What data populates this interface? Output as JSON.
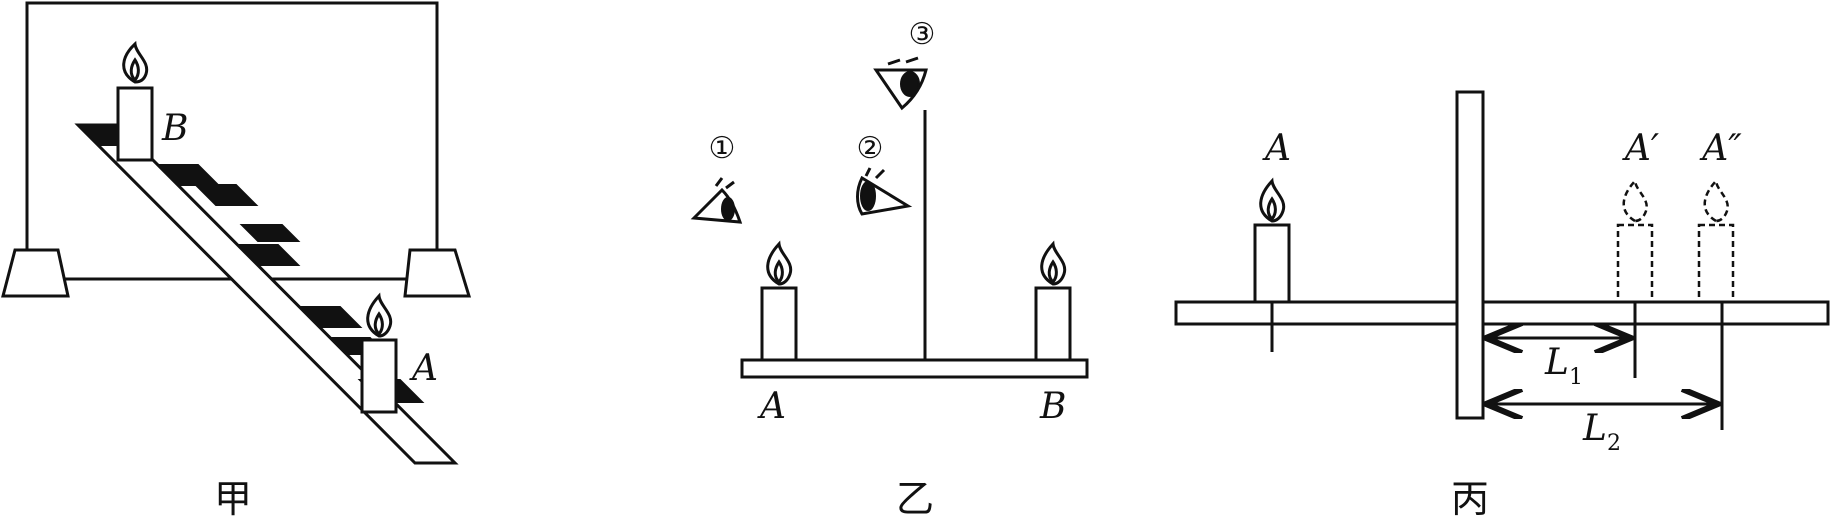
{
  "panel_jia": {
    "caption": "甲",
    "candle_b_label": "B",
    "candle_a_label": "A"
  },
  "panel_yi": {
    "caption": "乙",
    "eye1_label": "①",
    "eye2_label": "②",
    "eye3_label": "③",
    "candle_a_label": "A",
    "candle_b_label": "B"
  },
  "panel_bing": {
    "caption": "丙",
    "candle_a_label": "A",
    "image1_label": "A′",
    "image2_label": "A″",
    "distance1_label": "L",
    "distance1_sub": "1",
    "distance2_label": "L",
    "distance2_sub": "2"
  }
}
